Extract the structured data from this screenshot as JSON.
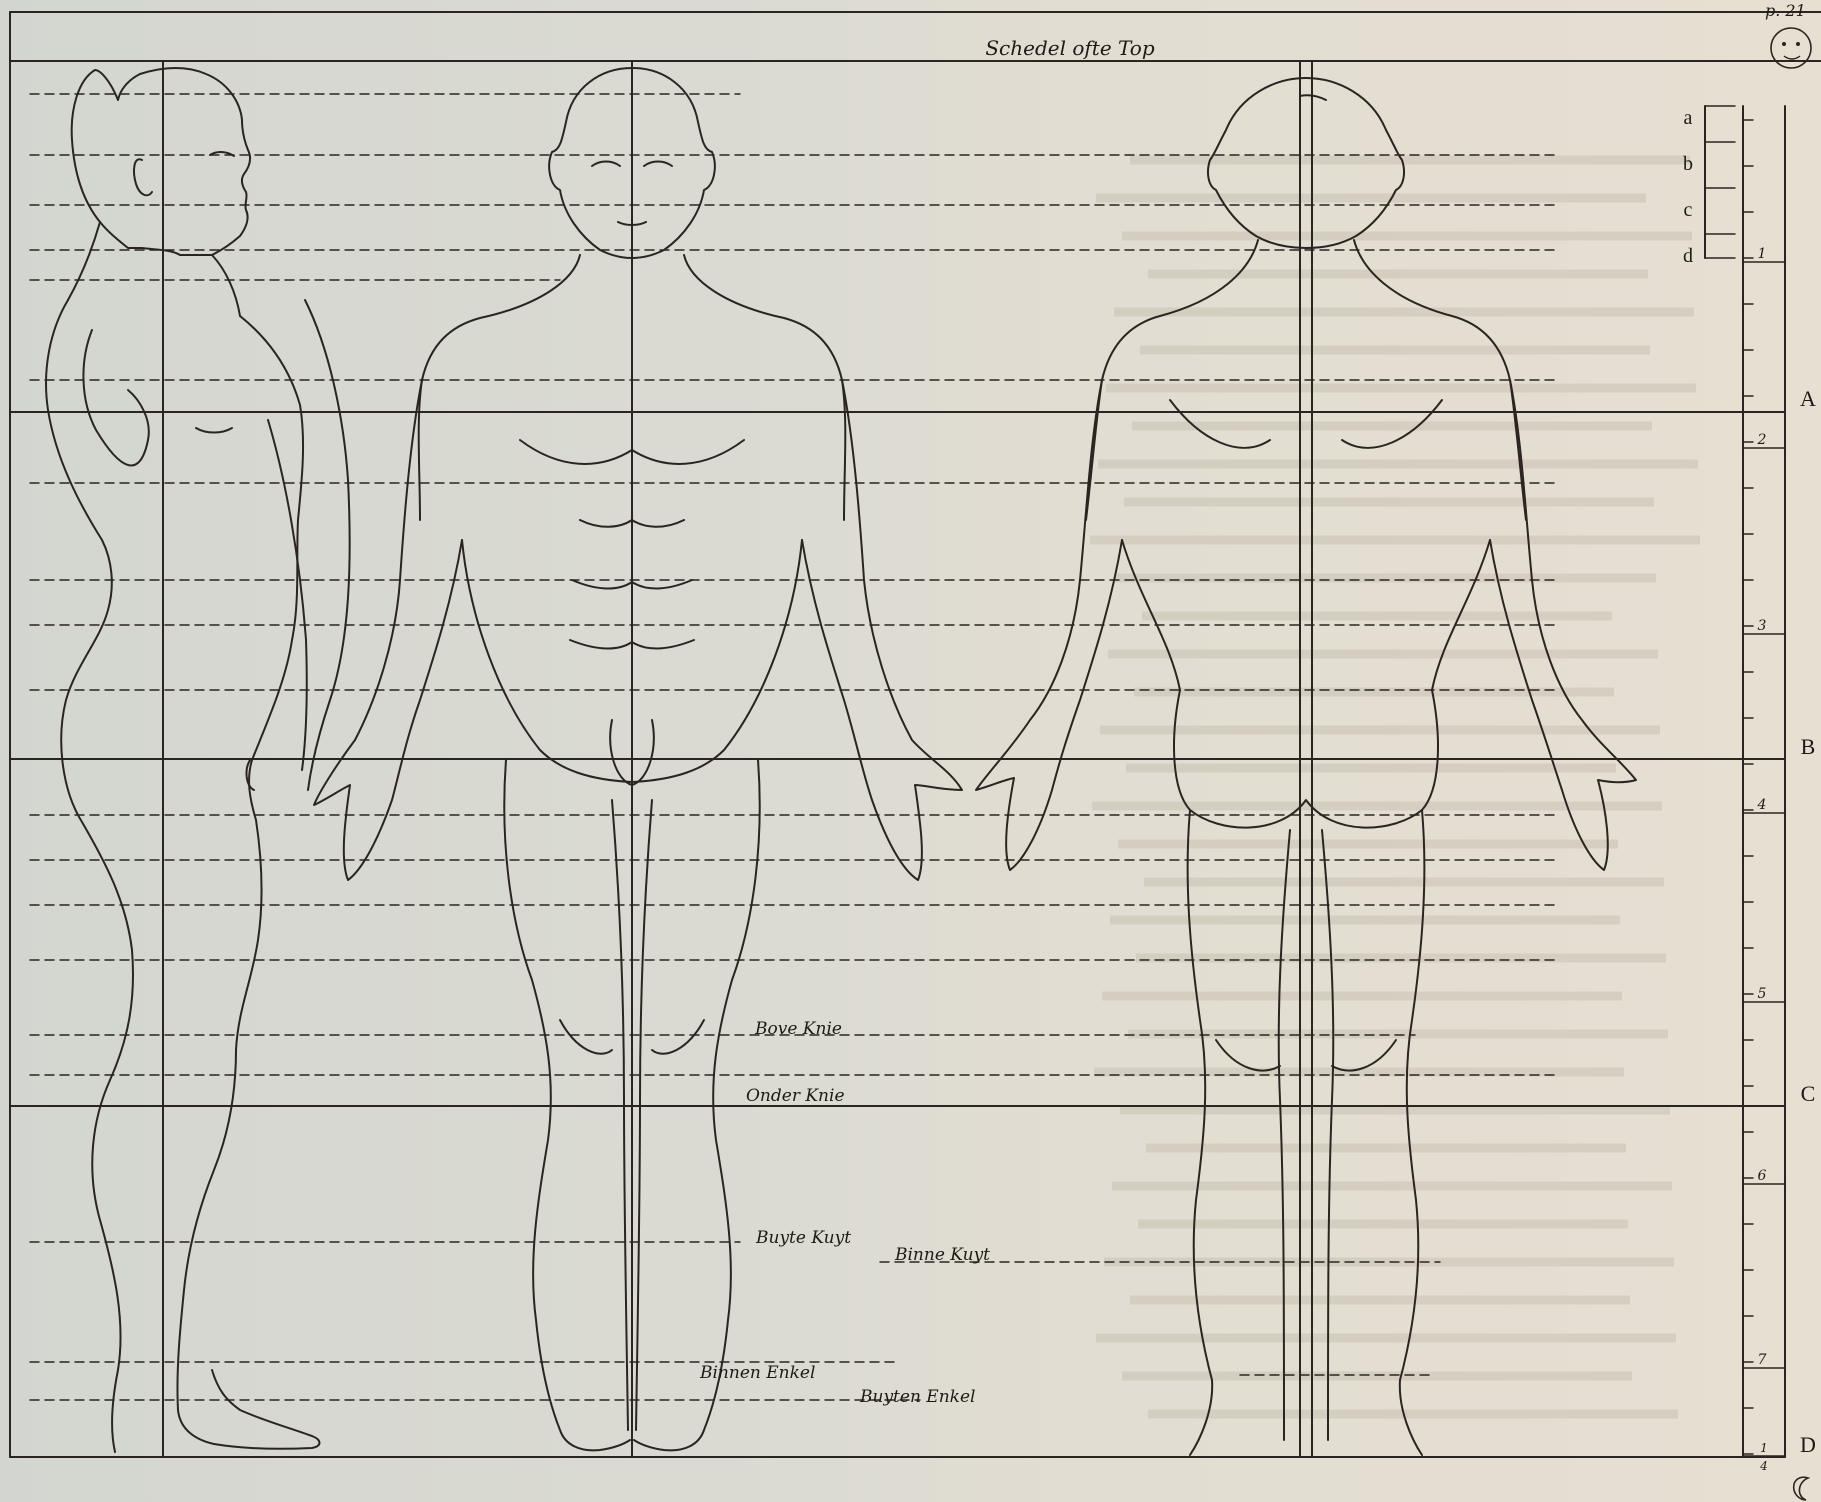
{
  "page_ref": "p. 21",
  "labels": {
    "crown": "Schedel ofte Top",
    "bove_knie": "Bove Knie",
    "onder_knie": "Onder Knie",
    "buyte_kuyt": "Buyte Kuyt",
    "binne_kuyt": "Binne Kuyt",
    "binnen_enkel": "Binnen Enkel",
    "buyten_enkel": "Buyten Enkel"
  },
  "head_scale": [
    "a",
    "b",
    "c",
    "d"
  ],
  "scale_numbers": [
    "1",
    "2",
    "3",
    "4",
    "5",
    "6",
    "7"
  ],
  "scale_fraction": {
    "num": "1",
    "den": "4"
  },
  "quarter_letters": [
    "A",
    "B",
    "C",
    "D"
  ],
  "colors": {
    "paper": "#d9d6cc",
    "paper_warm": "#e4ddd0",
    "ink": "#2a2520"
  }
}
